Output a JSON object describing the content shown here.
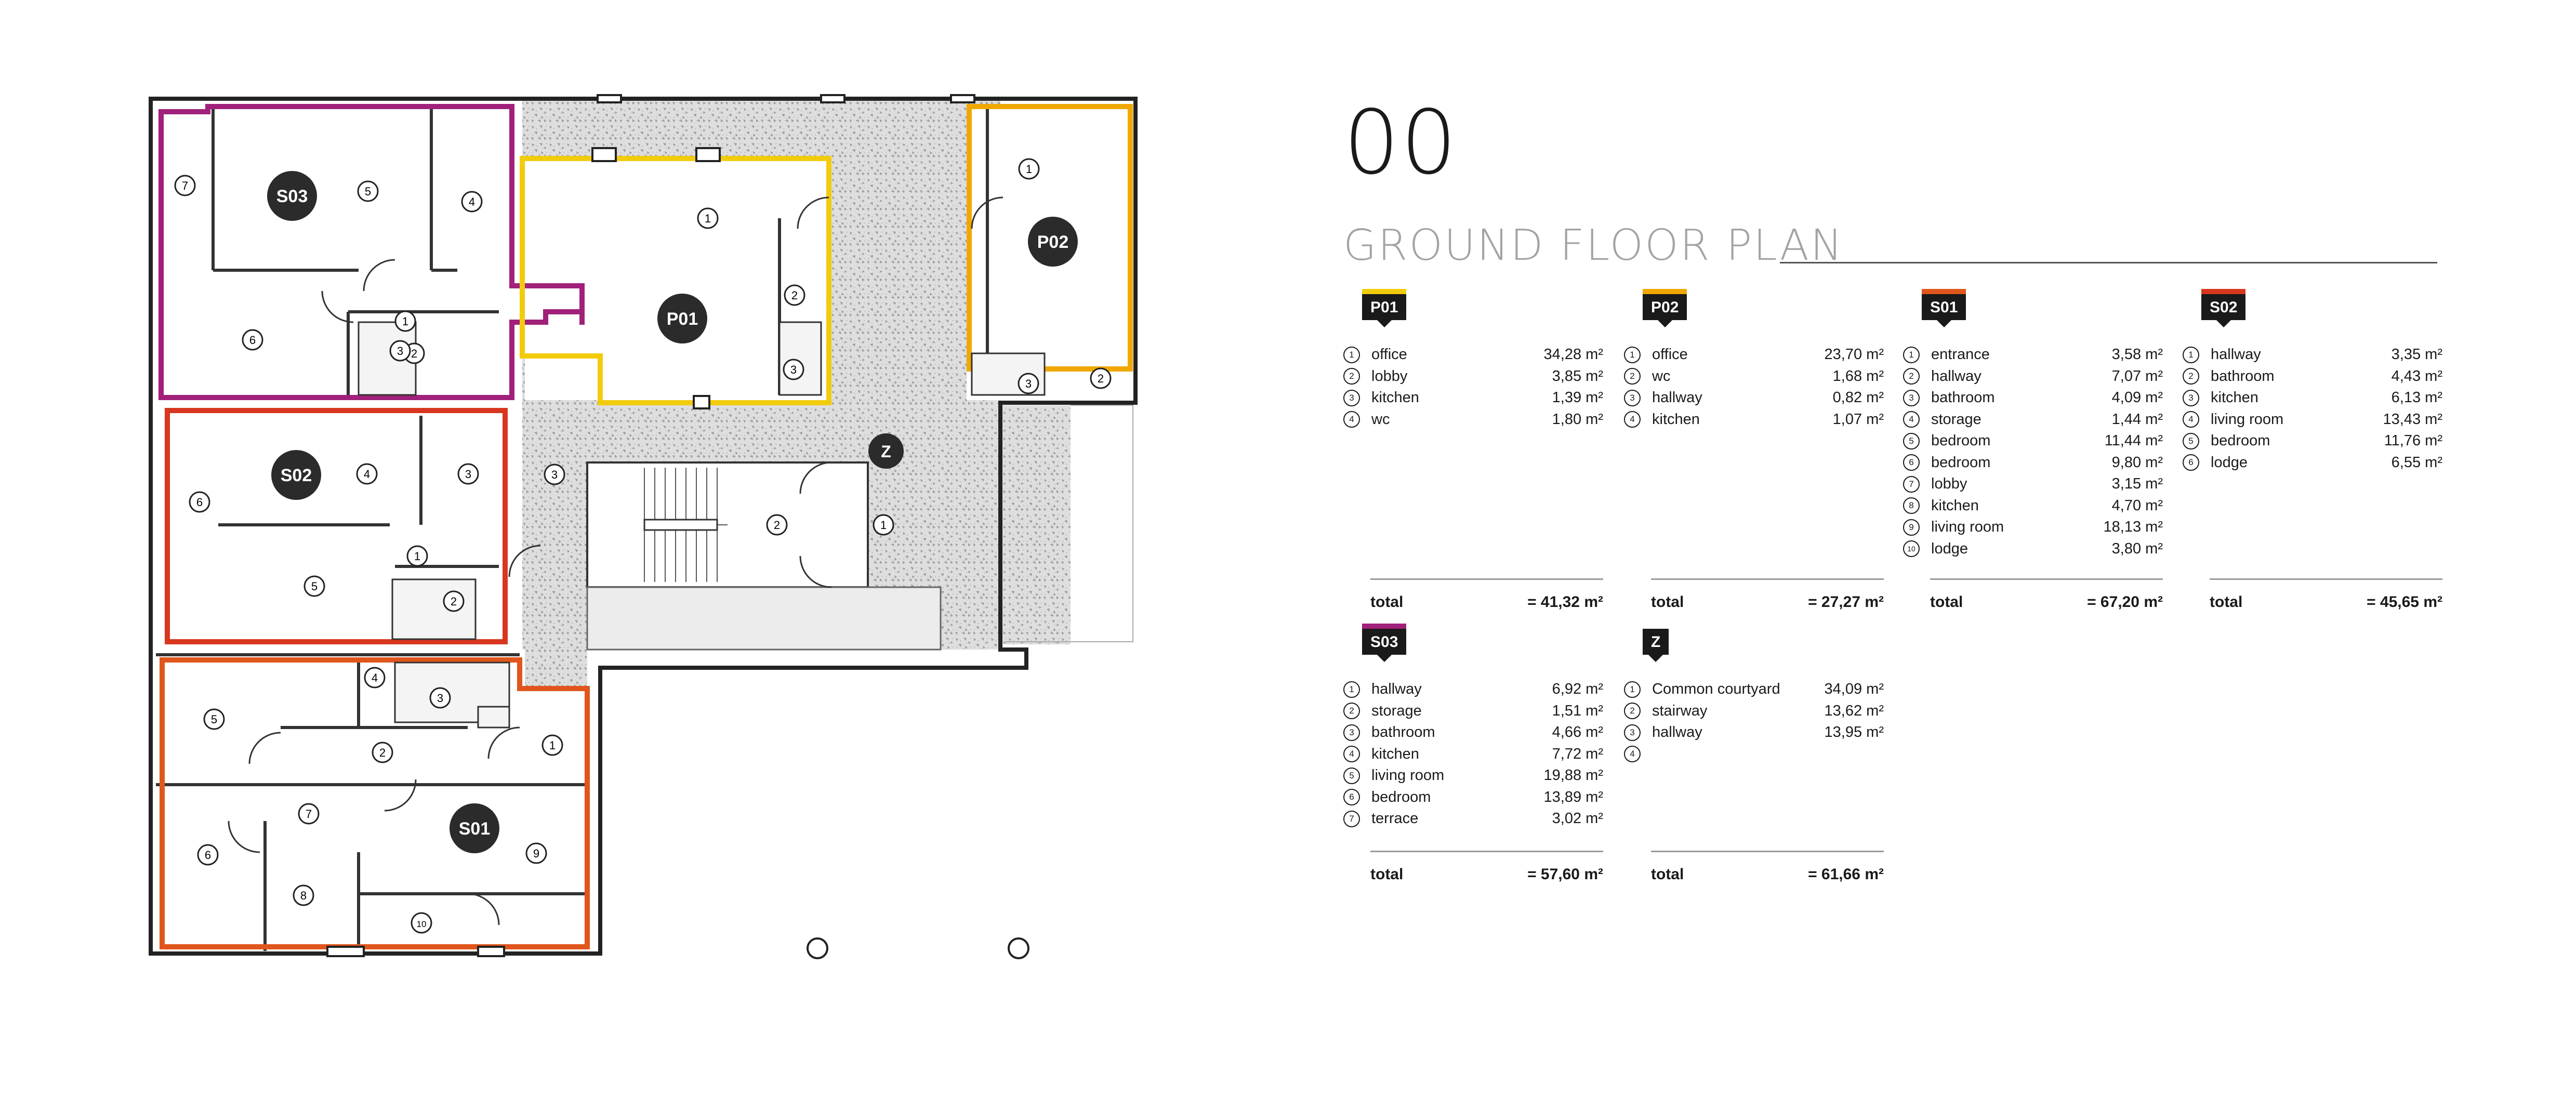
{
  "header": {
    "floor_number": "00",
    "title": "GROUND FLOOR PLAN"
  },
  "colors": {
    "P01": "#f2cc0c",
    "P02": "#f0a800",
    "S01": "#e0561c",
    "S02": "#d8361e",
    "S03": "#a0207a",
    "Z": "#1a1a1a",
    "common_area": "#d0d0d0"
  },
  "plan_labels": {
    "S03": "S03",
    "S02": "S02",
    "S01": "S01",
    "P01": "P01",
    "P02": "P02",
    "Z": "Z"
  },
  "units": [
    {
      "code": "P01",
      "rooms": [
        {
          "n": "1",
          "name": "office",
          "area": "34,28 m²"
        },
        {
          "n": "2",
          "name": "lobby",
          "area": "3,85 m²"
        },
        {
          "n": "3",
          "name": "kitchen",
          "area": "1,39 m²"
        },
        {
          "n": "4",
          "name": "wc",
          "area": "1,80 m²"
        }
      ],
      "total_label": "total",
      "total_value": "= 41,32 m²"
    },
    {
      "code": "P02",
      "rooms": [
        {
          "n": "1",
          "name": "office",
          "area": "23,70 m²"
        },
        {
          "n": "2",
          "name": "wc",
          "area": "1,68 m²"
        },
        {
          "n": "3",
          "name": "hallway",
          "area": "0,82 m²"
        },
        {
          "n": "4",
          "name": "kitchen",
          "area": "1,07 m²"
        }
      ],
      "total_label": "total",
      "total_value": "= 27,27 m²"
    },
    {
      "code": "S01",
      "rooms": [
        {
          "n": "1",
          "name": "entrance",
          "area": "3,58 m²"
        },
        {
          "n": "2",
          "name": "hallway",
          "area": "7,07 m²"
        },
        {
          "n": "3",
          "name": "bathroom",
          "area": "4,09 m²"
        },
        {
          "n": "4",
          "name": "storage",
          "area": "1,44 m²"
        },
        {
          "n": "5",
          "name": "bedroom",
          "area": "11,44 m²"
        },
        {
          "n": "6",
          "name": "bedroom",
          "area": "9,80 m²"
        },
        {
          "n": "7",
          "name": "lobby",
          "area": "3,15 m²"
        },
        {
          "n": "8",
          "name": "kitchen",
          "area": "4,70 m²"
        },
        {
          "n": "9",
          "name": "living room",
          "area": "18,13 m²"
        },
        {
          "n": "10",
          "name": "lodge",
          "area": "3,80 m²"
        }
      ],
      "total_label": "total",
      "total_value": "= 67,20 m²"
    },
    {
      "code": "S02",
      "rooms": [
        {
          "n": "1",
          "name": "hallway",
          "area": "3,35 m²"
        },
        {
          "n": "2",
          "name": "bathroom",
          "area": "4,43 m²"
        },
        {
          "n": "3",
          "name": "kitchen",
          "area": "6,13 m²"
        },
        {
          "n": "4",
          "name": "living room",
          "area": "13,43 m²"
        },
        {
          "n": "5",
          "name": "bedroom",
          "area": "11,76 m²"
        },
        {
          "n": "6",
          "name": "lodge",
          "area": "6,55 m²"
        }
      ],
      "total_label": "total",
      "total_value": "= 45,65 m²"
    },
    {
      "code": "S03",
      "rooms": [
        {
          "n": "1",
          "name": "hallway",
          "area": "6,92 m²"
        },
        {
          "n": "2",
          "name": "storage",
          "area": "1,51 m²"
        },
        {
          "n": "3",
          "name": "bathroom",
          "area": "4,66 m²"
        },
        {
          "n": "4",
          "name": "kitchen",
          "area": "7,72 m²"
        },
        {
          "n": "5",
          "name": "living room",
          "area": "19,88 m²"
        },
        {
          "n": "6",
          "name": "bedroom",
          "area": "13,89 m²"
        },
        {
          "n": "7",
          "name": "terrace",
          "area": "3,02 m²"
        }
      ],
      "total_label": "total",
      "total_value": "= 57,60 m²"
    },
    {
      "code": "Z",
      "rooms": [
        {
          "n": "1",
          "name": "Common courtyard",
          "area": "34,09 m²"
        },
        {
          "n": "2",
          "name": "stairway",
          "area": "13,62 m²"
        },
        {
          "n": "3",
          "name": "hallway",
          "area": "13,95 m²"
        },
        {
          "n": "4",
          "name": "",
          "area": ""
        }
      ],
      "total_label": "total",
      "total_value": "= 61,66 m²"
    }
  ]
}
